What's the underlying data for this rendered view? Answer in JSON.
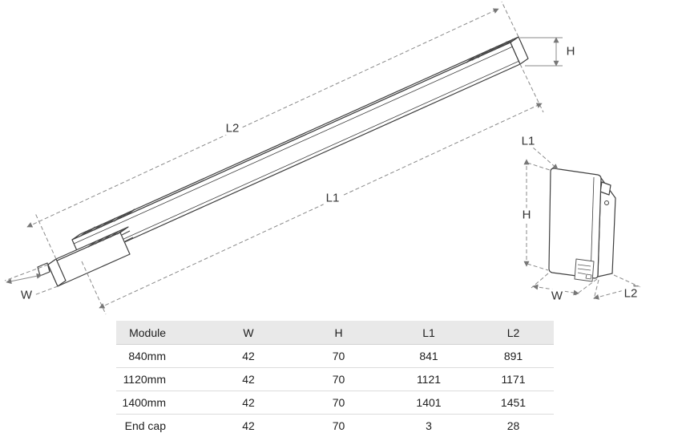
{
  "diagram": {
    "main": {
      "l2": "L2",
      "l1": "L1",
      "h": "H",
      "w": "W"
    },
    "endcap": {
      "l1": "L1",
      "h": "H",
      "w": "W",
      "l2": "L2"
    }
  },
  "table": {
    "headers": [
      "Module",
      "W",
      "H",
      "L1",
      "L2"
    ],
    "rows": [
      [
        "840mm",
        "42",
        "70",
        "841",
        "891"
      ],
      [
        "1120mm",
        "42",
        "70",
        "1121",
        "1171"
      ],
      [
        "1400mm",
        "42",
        "70",
        "1401",
        "1451"
      ],
      [
        "End cap",
        "42",
        "70",
        "3",
        "28"
      ]
    ]
  },
  "colors": {
    "line": "#3f3f3f",
    "dimension_line": "#8a8a8a",
    "hatch": "#4a4a4a",
    "table_header_bg": "#e9e9e9",
    "row_border": "#dcdcdc"
  }
}
